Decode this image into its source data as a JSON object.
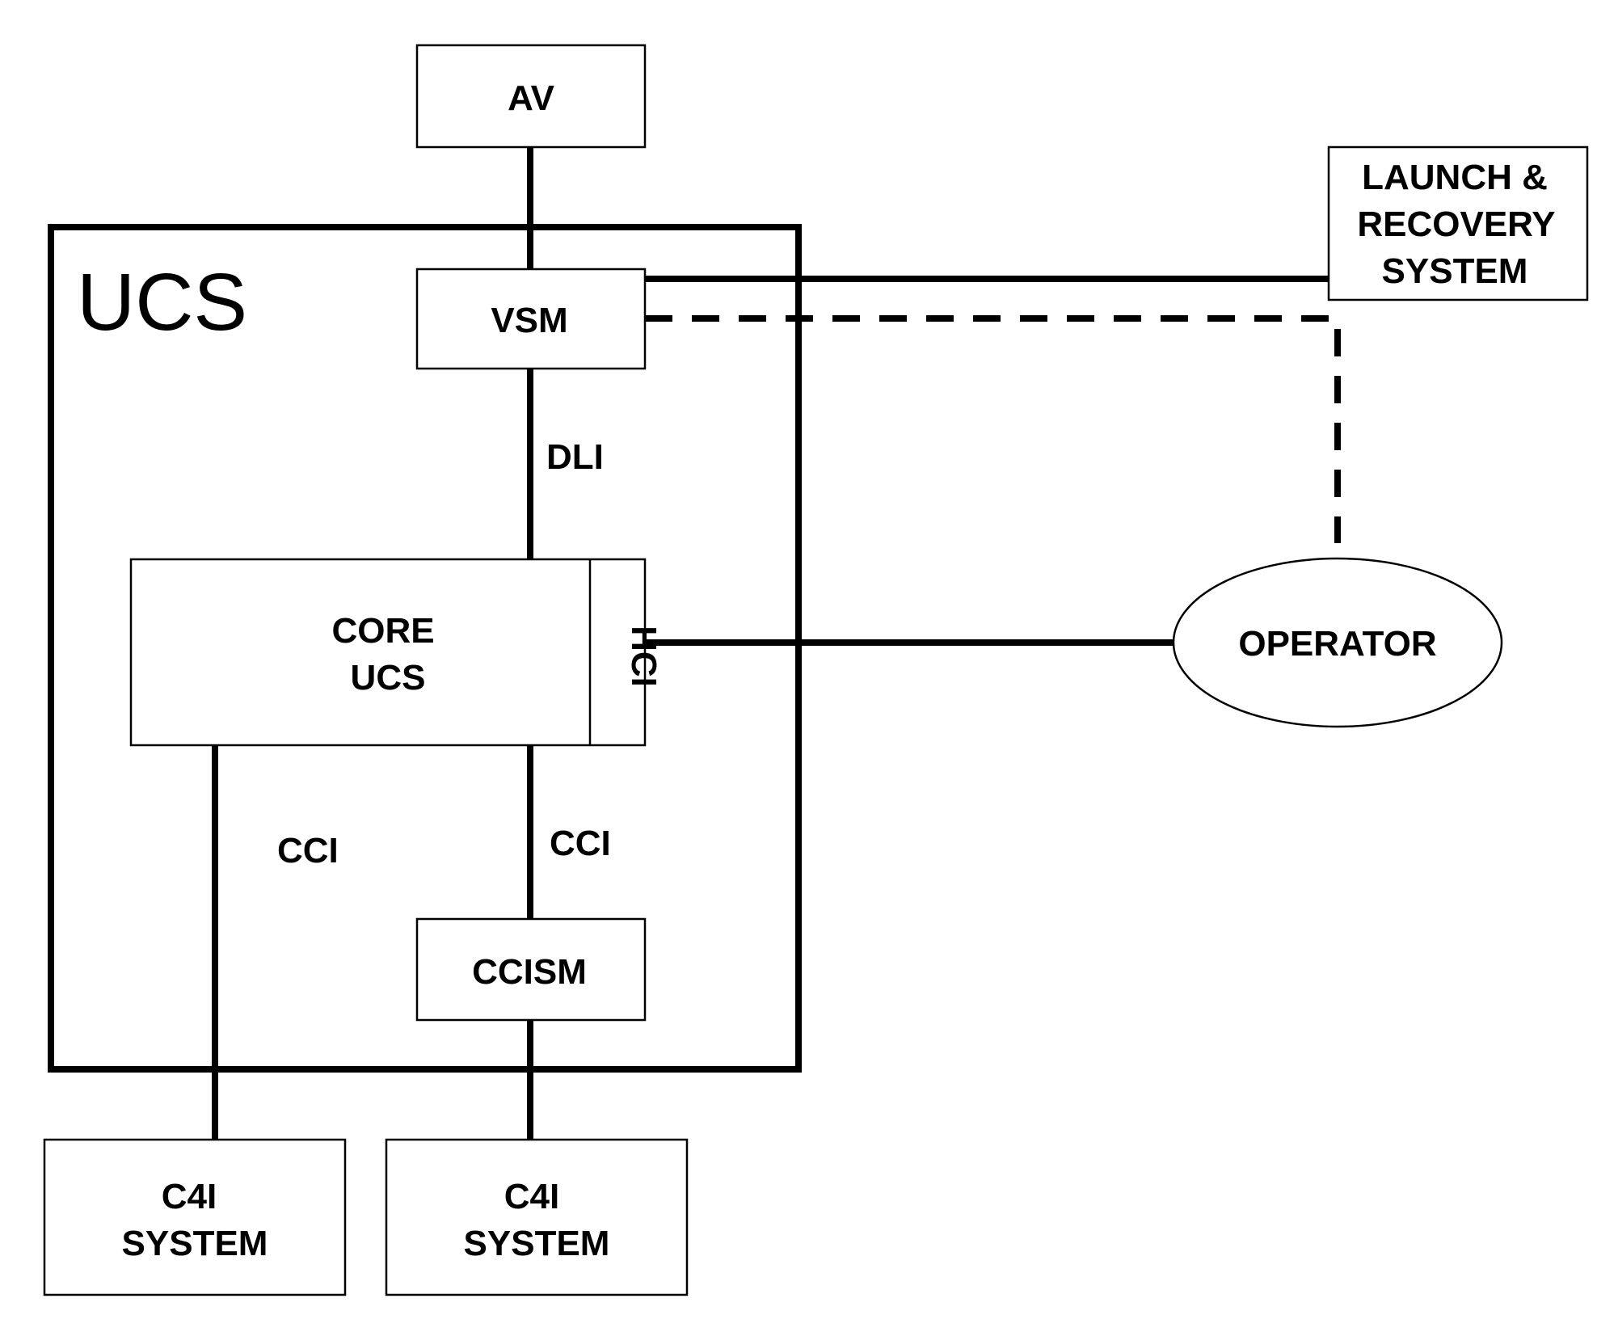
{
  "diagram": {
    "ucs_label": "UCS",
    "nodes": {
      "av": "AV",
      "vsm": "VSM",
      "core_ucs": [
        "CORE",
        "UCS"
      ],
      "hci": "HCI",
      "ccism": "CCISM",
      "c4i_left": [
        "C4I",
        "SYSTEM"
      ],
      "c4i_right": [
        "C4I",
        "SYSTEM"
      ],
      "launch_recovery": [
        "LAUNCH &",
        "RECOVERY",
        "SYSTEM"
      ],
      "operator": "OPERATOR"
    },
    "interfaces": {
      "dli": "DLI",
      "cci_left": "CCI",
      "cci_center": "CCI"
    },
    "colors": {
      "line": "#000000",
      "background": "#ffffff"
    }
  }
}
